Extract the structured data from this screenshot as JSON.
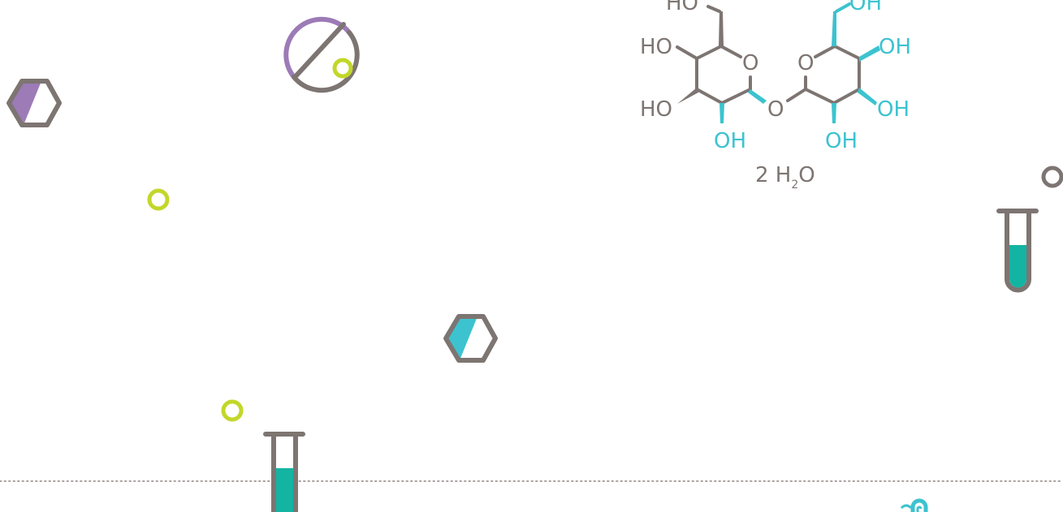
{
  "colors": {
    "gray": "#7d7572",
    "purple": "#9c7bb7",
    "cyan": "#3cc3cf",
    "teal": "#14b4a2",
    "lime": "#c2d72a",
    "dots": "#a9a3a0"
  },
  "icons": [
    "no-entry-sign-icon",
    "hexagon-purple-icon",
    "hexagon-cyan-icon",
    "small-circle-icon",
    "test-tube-icon"
  ],
  "molecule": {
    "groups": {
      "ho_top": "HO",
      "oh_top": "OH",
      "ho_left1": "HO",
      "ho_left2": "HO",
      "oh_right1": "OH",
      "oh_right2": "OH",
      "oh_bottom_left": "OH",
      "oh_bottom_right": "OH",
      "ring_o_left": "O",
      "ring_o_right": "O",
      "bridge_o": "O"
    },
    "hydrate": {
      "coefficient": "2 H",
      "subscript": "2",
      "element": "O"
    }
  }
}
